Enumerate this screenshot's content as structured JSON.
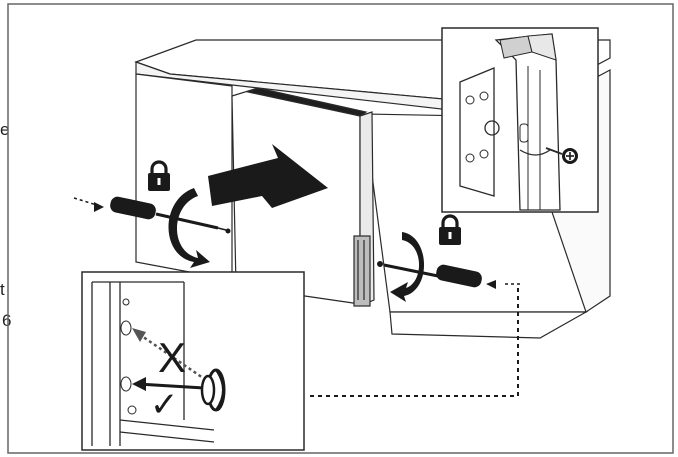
{
  "edge_text": {
    "fragment_1": "e",
    "fragment_2": "t",
    "fragment_3": "6"
  },
  "callouts": {
    "wrong_mark": "X",
    "correct_mark": "✓"
  },
  "icons": {
    "lock_left": "padlock-icon",
    "lock_right": "padlock-icon",
    "push_arrow": "arrow-right-icon",
    "screwdriver_left": "screwdriver-icon",
    "screwdriver_right": "screwdriver-icon",
    "rotate_left": "rotate-arrow-icon",
    "rotate_right": "rotate-arrow-icon",
    "plug": "plug-icon",
    "screw_head": "phillips-screw-icon"
  },
  "colors": {
    "line": "#2a2a2a",
    "fill_dark": "#1a1a1a",
    "fill_mid": "#8c8c8c",
    "fill_light": "#f2f2f2"
  }
}
